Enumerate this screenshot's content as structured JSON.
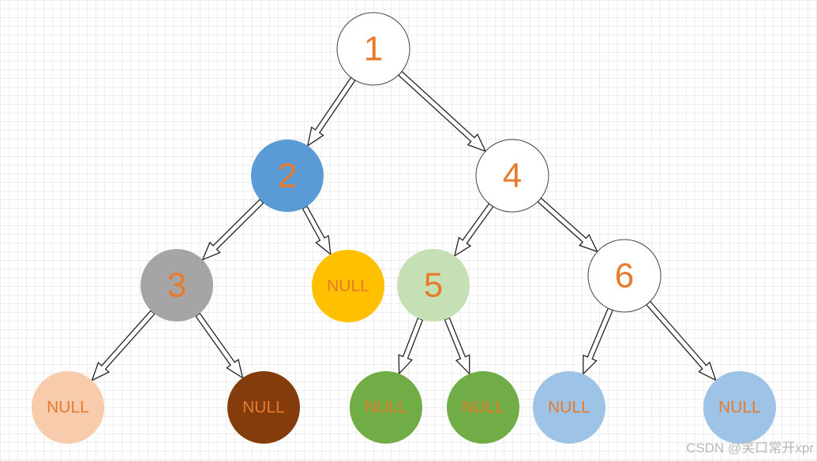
{
  "nodes": [
    {
      "id": "n1",
      "label": "1",
      "fill": "#FFFFFF"
    },
    {
      "id": "n2",
      "label": "2",
      "fill": "#5B9BD5"
    },
    {
      "id": "n4",
      "label": "4",
      "fill": "#FFFFFF"
    },
    {
      "id": "n3",
      "label": "3",
      "fill": "#A5A5A5"
    },
    {
      "id": "n2r",
      "label": "NULL",
      "fill": "#FFC000"
    },
    {
      "id": "n5",
      "label": "5",
      "fill": "#C5E0B4"
    },
    {
      "id": "n6",
      "label": "6",
      "fill": "#FFFFFF"
    },
    {
      "id": "n3l",
      "label": "NULL",
      "fill": "#F8CBAD"
    },
    {
      "id": "n3r",
      "label": "NULL",
      "fill": "#843C0C"
    },
    {
      "id": "n5l",
      "label": "NULL",
      "fill": "#70AD47"
    },
    {
      "id": "n5r",
      "label": "NULL",
      "fill": "#70AD47"
    },
    {
      "id": "n6l",
      "label": "NULL",
      "fill": "#9DC3E6"
    },
    {
      "id": "n6r",
      "label": "NULL",
      "fill": "#9DC3E6"
    }
  ],
  "edges": [
    {
      "from": "n1",
      "to": "n2"
    },
    {
      "from": "n1",
      "to": "n4"
    },
    {
      "from": "n2",
      "to": "n3"
    },
    {
      "from": "n2",
      "to": "n2r"
    },
    {
      "from": "n4",
      "to": "n5"
    },
    {
      "from": "n4",
      "to": "n6"
    },
    {
      "from": "n3",
      "to": "n3l"
    },
    {
      "from": "n3",
      "to": "n3r"
    },
    {
      "from": "n5",
      "to": "n5l"
    },
    {
      "from": "n5",
      "to": "n5r"
    },
    {
      "from": "n6",
      "to": "n6l"
    },
    {
      "from": "n6",
      "to": "n6r"
    }
  ],
  "colors": {
    "label": "#E87A2C",
    "grid": "#D9D9D9",
    "node_stroke": "#444444",
    "arrow_stroke": "#222222"
  },
  "watermark": "CSDN @笑口常开xpr"
}
